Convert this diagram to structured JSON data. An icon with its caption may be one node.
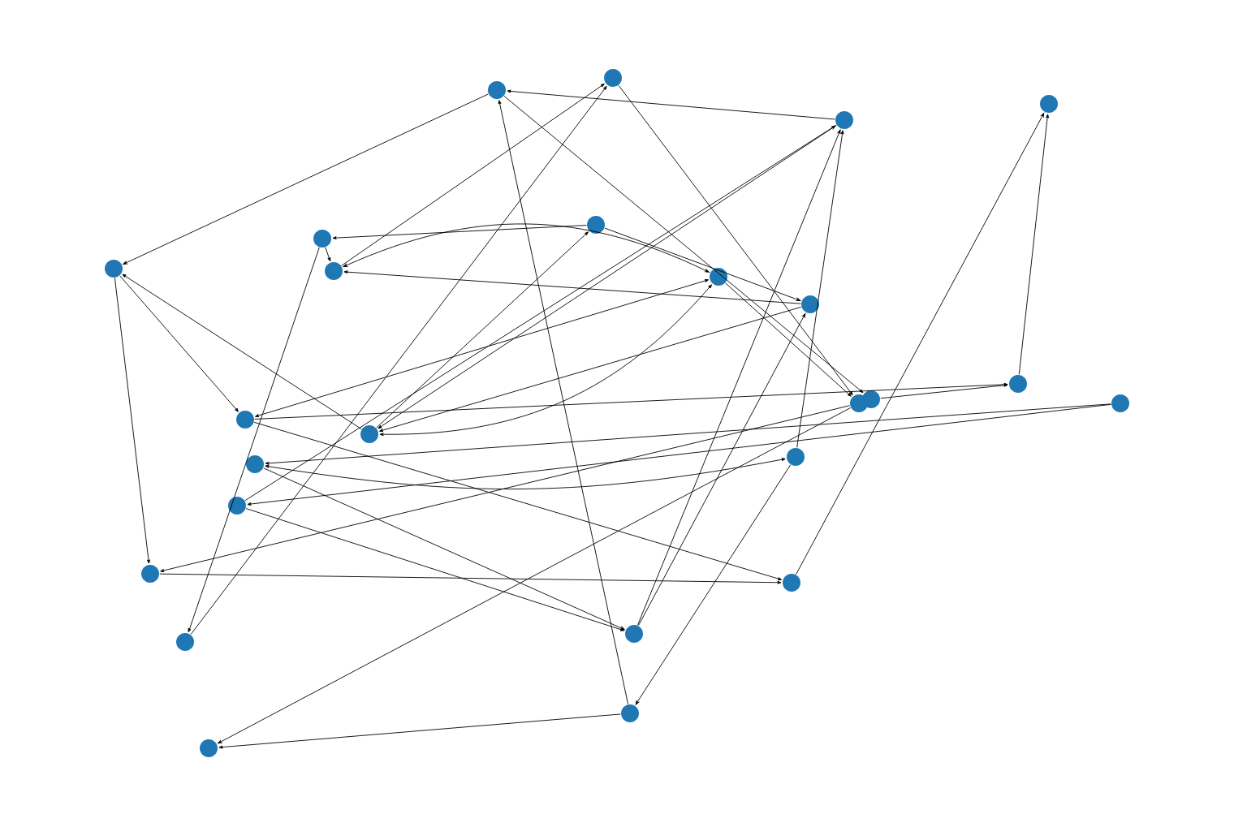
{
  "diagram": {
    "nodes": [
      {
        "text": [],
        "shape": "circle"
      },
      {
        "text": [],
        "shape": "circle"
      },
      {
        "text": [],
        "shape": "circle"
      },
      {
        "text": [],
        "shape": "circle"
      },
      {
        "text": [],
        "shape": "circle"
      },
      {
        "text": [],
        "shape": "circle"
      },
      {
        "text": [],
        "shape": "circle"
      },
      {
        "text": [],
        "shape": "circle"
      },
      {
        "text": [],
        "shape": "circle"
      },
      {
        "text": [],
        "shape": "circle"
      },
      {
        "text": [],
        "shape": "circle"
      },
      {
        "text": [],
        "shape": "circle"
      },
      {
        "text": [],
        "shape": "circle"
      },
      {
        "text": [],
        "shape": "circle"
      },
      {
        "text": [],
        "shape": "circle"
      },
      {
        "text": [],
        "shape": "circle"
      },
      {
        "text": [],
        "shape": "circle"
      },
      {
        "text": [],
        "shape": "circle"
      },
      {
        "text": [],
        "shape": "circle"
      },
      {
        "text": [],
        "shape": "circle"
      },
      {
        "text": [],
        "shape": "circle"
      },
      {
        "text": [],
        "shape": "circle"
      },
      {
        "text": [],
        "shape": "circle"
      },
      {
        "text": [],
        "shape": "circle"
      },
      {
        "text": [],
        "shape": "circle"
      }
    ],
    "edges": [
      {
        "from": 2,
        "to": 0,
        "arrow": "to"
      },
      {
        "from": 0,
        "to": 6,
        "arrow": "to"
      },
      {
        "from": 0,
        "to": 11,
        "arrow": "to"
      },
      {
        "from": 1,
        "to": 12,
        "arrow": "to"
      },
      {
        "from": 8,
        "to": 12,
        "arrow": "to"
      },
      {
        "from": 7,
        "to": 1,
        "arrow": "to"
      },
      {
        "from": 22,
        "to": 1,
        "arrow": "to"
      },
      {
        "from": 23,
        "to": 0,
        "arrow": "to"
      },
      {
        "from": 4,
        "to": 5,
        "arrow": "to"
      },
      {
        "from": 5,
        "to": 7,
        "arrow": "to"
      },
      {
        "from": 5,
        "to": 22,
        "arrow": "to"
      },
      {
        "from": 4,
        "to": 9,
        "arrow": "to"
      },
      {
        "from": 9,
        "to": 7,
        "arrow": "to"
      },
      {
        "from": 7,
        "to": 8,
        "arrow": "both"
      },
      {
        "from": 2,
        "to": 15,
        "arrow": "to"
      },
      {
        "from": 18,
        "to": 2,
        "arrow": "to"
      },
      {
        "from": 8,
        "to": 15,
        "arrow": "both"
      },
      {
        "from": 9,
        "to": 15,
        "arrow": "to"
      },
      {
        "from": 15,
        "to": 4,
        "arrow": "to"
      },
      {
        "from": 14,
        "to": 8,
        "arrow": "both"
      },
      {
        "from": 14,
        "to": 10,
        "arrow": "to"
      },
      {
        "from": 14,
        "to": 20,
        "arrow": "to"
      },
      {
        "from": 15,
        "to": 6,
        "arrow": "to"
      },
      {
        "from": 6,
        "to": 14,
        "arrow": "to"
      },
      {
        "from": 6,
        "to": 19,
        "arrow": "to"
      },
      {
        "from": 13,
        "to": 16,
        "arrow": "to"
      },
      {
        "from": 13,
        "to": 18,
        "arrow": "to"
      },
      {
        "from": 16,
        "to": 17,
        "arrow": "both"
      },
      {
        "from": 16,
        "to": 21,
        "arrow": "to"
      },
      {
        "from": 18,
        "to": 21,
        "arrow": "to"
      },
      {
        "from": 12,
        "to": 19,
        "arrow": "to"
      },
      {
        "from": 19,
        "to": 20,
        "arrow": "to"
      },
      {
        "from": 20,
        "to": 3,
        "arrow": "to"
      },
      {
        "from": 10,
        "to": 3,
        "arrow": "to"
      },
      {
        "from": 21,
        "to": 2,
        "arrow": "to"
      },
      {
        "from": 21,
        "to": 9,
        "arrow": "to"
      },
      {
        "from": 17,
        "to": 2,
        "arrow": "to"
      },
      {
        "from": 17,
        "to": 23,
        "arrow": "to"
      },
      {
        "from": 23,
        "to": 24,
        "arrow": "to"
      },
      {
        "from": 12,
        "to": 24,
        "arrow": "to"
      },
      {
        "from": 11,
        "to": 10,
        "arrow": "to"
      }
    ]
  }
}
